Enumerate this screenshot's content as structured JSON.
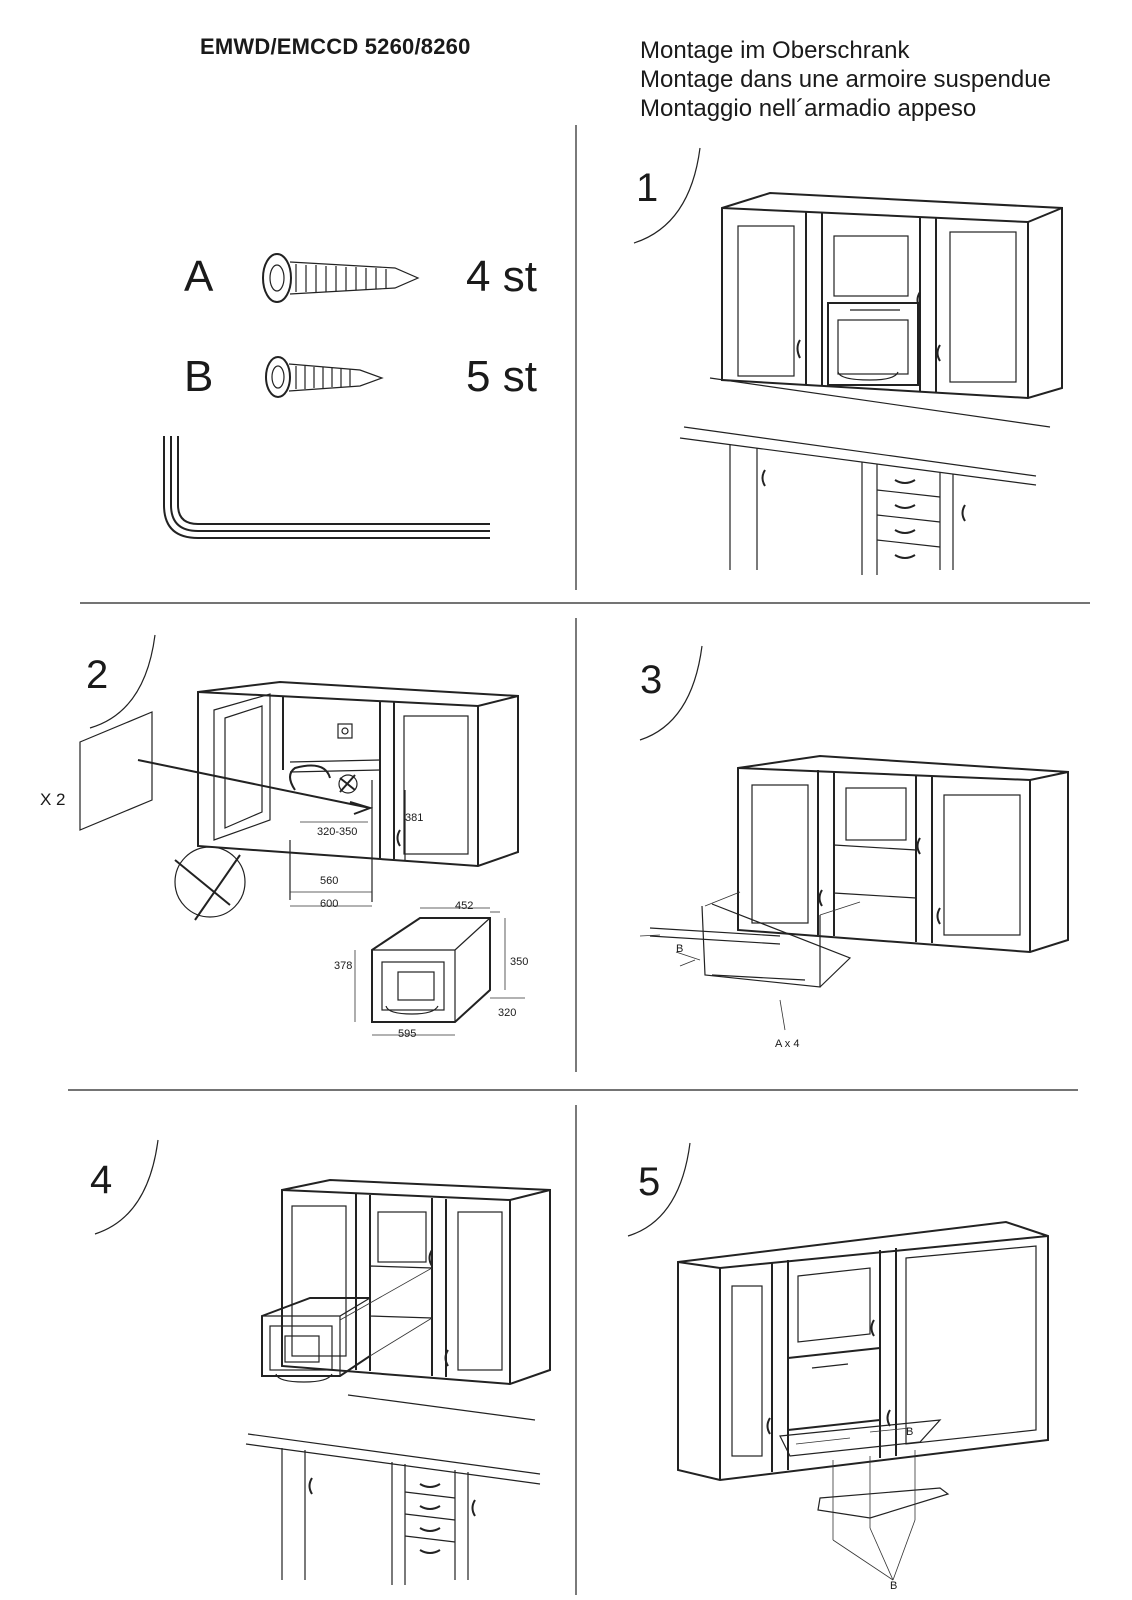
{
  "header": {
    "model": "EMWD/EMCCD 5260/8260",
    "subtitles": [
      "Montage im Oberschrank",
      "Montage dans une armoire suspendue",
      "Montaggio nell´armadio appeso"
    ]
  },
  "parts": [
    {
      "letter": "A",
      "qty": "4 st"
    },
    {
      "letter": "B",
      "qty": "5 st"
    }
  ],
  "steps": {
    "s1": "1",
    "s2": "2",
    "s3": "3",
    "s4": "4",
    "s5": "5"
  },
  "step2": {
    "panel_count": "X 2",
    "dim_depth_range": "320-350",
    "dim_height": "381",
    "dim_560": "560",
    "dim_600": "600",
    "appliance_dims": {
      "width_top": "452",
      "height_front": "378",
      "height_side": "350",
      "depth": "320",
      "width_bottom": "595"
    }
  },
  "step3": {
    "screw_b": "B",
    "screw_a": "A x 4"
  },
  "step5": {
    "screw_b": "B",
    "screw_b2": "B"
  }
}
